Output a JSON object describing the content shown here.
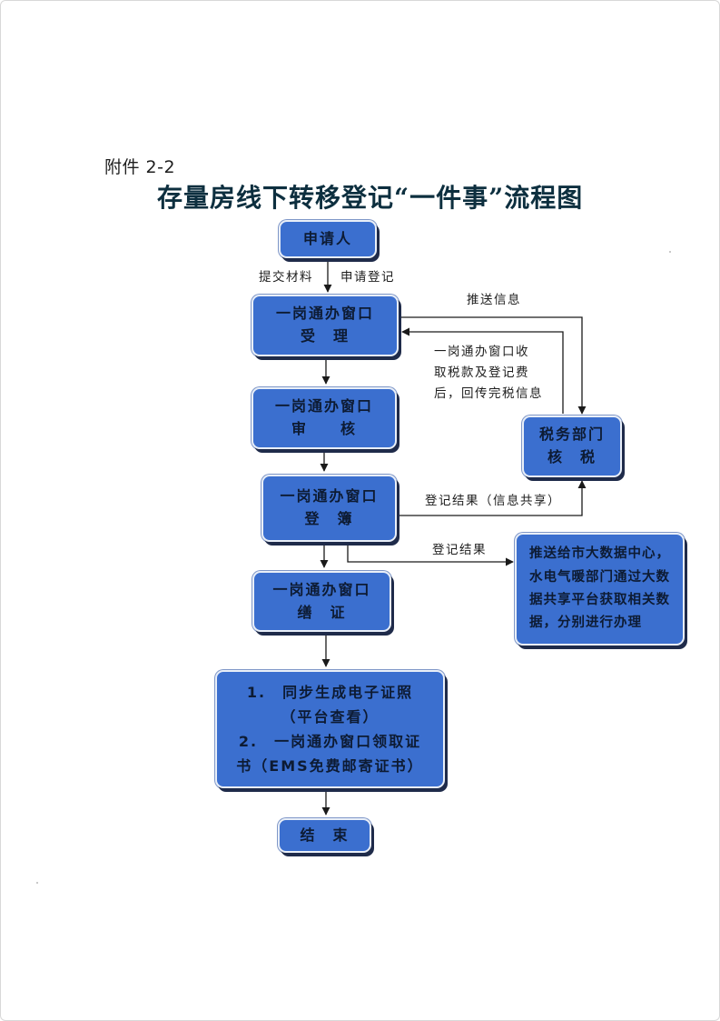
{
  "attachment_label": "附件 2-2",
  "title": "存量房线下转移登记“一件事”流程图",
  "nodes": {
    "applicant": "申请人",
    "accept": {
      "line1": "一岗通办窗口",
      "line2": "受　理"
    },
    "review": {
      "line1": "一岗通办窗口",
      "line2": "审　　核"
    },
    "tax": {
      "line1": "税务部门",
      "line2": "核　税"
    },
    "register": {
      "line1": "一岗通办窗口",
      "line2": "登　簿"
    },
    "bigdata": {
      "line1": "推送给市大数据中心，",
      "line2": "水电气暖部门通过大数",
      "line3": "据共享平台获取相关数",
      "line4": "据，分别进行办理"
    },
    "certificate": {
      "line1": "一岗通办窗口",
      "line2": "缮　证"
    },
    "final": {
      "line1": "1.　同步生成电子证照",
      "line2": "（平台查看）",
      "line3": "2.　一岗通办窗口领取证",
      "line4": "书（EMS免费邮寄证书）"
    },
    "end": "结　束"
  },
  "labels": {
    "submit_materials": "提交材料",
    "apply_registration": "申请登记",
    "push_info": "推送信息",
    "tax_return": {
      "line1": "一岗通办窗口收",
      "line2": "取税款及登记费",
      "line3": "后，回传完税信息"
    },
    "reg_result_shared": "登记结果（信息共享）",
    "reg_result": "登记结果"
  },
  "colors": {
    "box_fill": "#3b6fcf",
    "box_shadow": "#1f2b4a",
    "arrow": "#1a1a1a",
    "title": "#0d2f3f"
  }
}
